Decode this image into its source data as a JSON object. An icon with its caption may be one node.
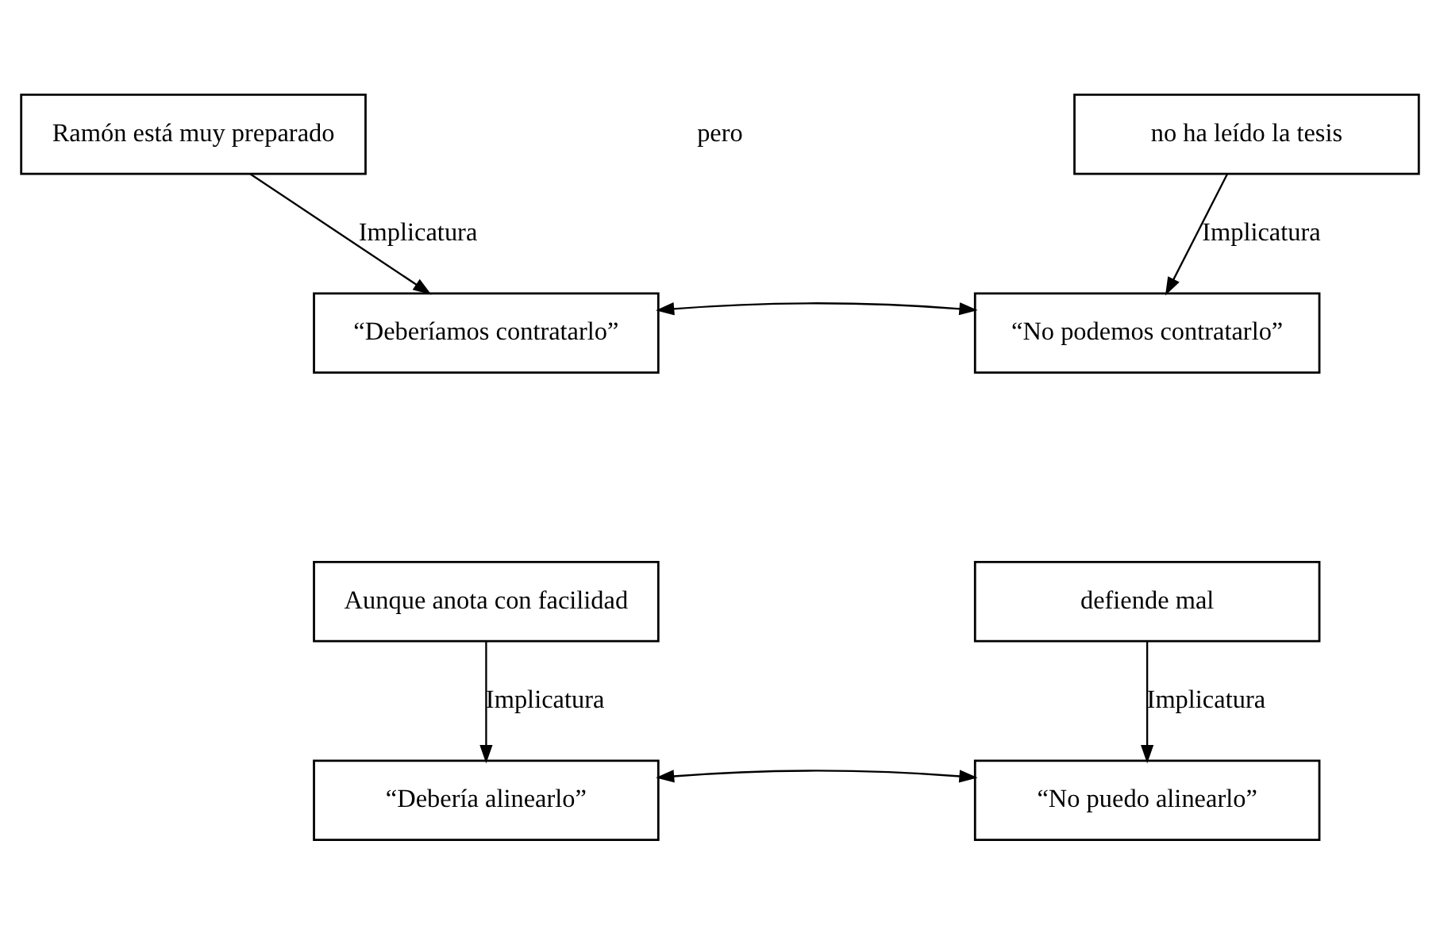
{
  "diagram": {
    "nodes": [
      {
        "text": [
          "Ramón está muy preparado"
        ]
      },
      {
        "text": [
          "no ha leído la tesis"
        ]
      },
      {
        "text": [
          "“Deberíamos contratarlo”"
        ]
      },
      {
        "text": [
          "“No podemos contratarlo”"
        ]
      },
      {
        "text": [
          "Aunque anota con facilidad"
        ]
      },
      {
        "text": [
          "defiende mal"
        ]
      },
      {
        "text": [
          "“Debería alinearlo”"
        ]
      },
      {
        "text": [
          "“No puedo alinearlo”"
        ]
      }
    ],
    "edges": [
      {
        "from": 0,
        "to": 2,
        "arrow": "to",
        "label": "Implicatura"
      },
      {
        "from": 1,
        "to": 3,
        "arrow": "to",
        "label": "Implicatura"
      },
      {
        "from": 2,
        "to": 3,
        "arrow": "both"
      },
      {
        "from": 4,
        "to": 6,
        "arrow": "to",
        "label": "Implicatura"
      },
      {
        "from": 5,
        "to": 7,
        "arrow": "to",
        "label": "Implicatura"
      },
      {
        "from": 6,
        "to": 7,
        "arrow": "both"
      }
    ],
    "labels": [
      "pero"
    ]
  }
}
